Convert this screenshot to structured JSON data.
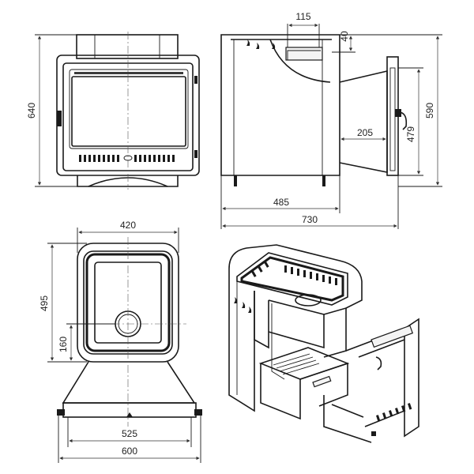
{
  "dimensions": {
    "front_height": "640",
    "side_depth_top": "115",
    "side_top_offset": "40",
    "side_height": "590",
    "side_tunnel_depth": "205",
    "side_tunnel_height": "479",
    "side_body_depth": "485",
    "side_total_depth": "730",
    "top_inner_width": "420",
    "top_inner_depth": "495",
    "top_flue_offset": "160",
    "top_base_width": "525",
    "top_total_width": "600"
  },
  "colors": {
    "line": "#1a1a1a",
    "dimension": "#333333",
    "background": "#ffffff"
  }
}
